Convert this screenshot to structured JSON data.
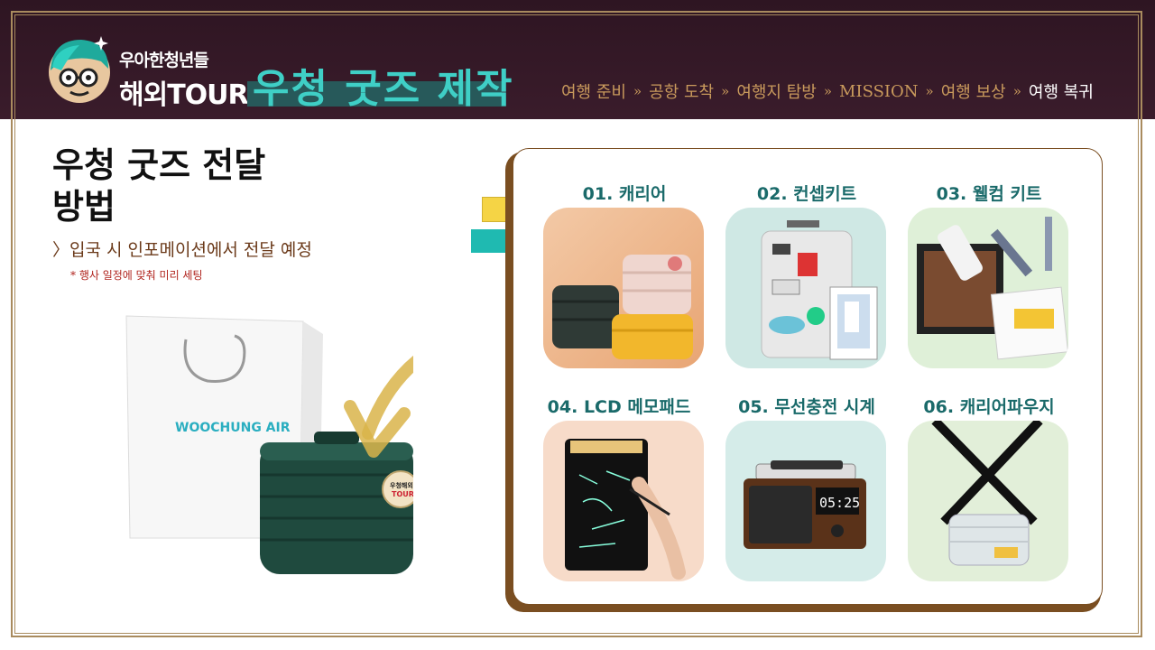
{
  "header": {
    "logo_top": "우아한청년들",
    "logo_bottom": "해외TOUR",
    "page_title": "우청 굿즈 제작",
    "nav": [
      "여행 준비",
      "공항 도착",
      "여행지 탐방",
      "MISSION",
      "여행 보상",
      "여행 복귀"
    ],
    "nav_separator": "»"
  },
  "section": {
    "title_line1": "우청 굿즈 전달",
    "title_line2": "방법",
    "bullet": "〉입국 시 인포메이션에서 전달 예정",
    "note": "* 행사 일정에 맞춰 미리 세팅"
  },
  "bag": {
    "brand": "WOOCHUNG AIR",
    "sticker_top": "우청해외",
    "sticker_bottom": "TOUR"
  },
  "items": [
    {
      "label": "01. 캐리어",
      "image": "carrier-photo"
    },
    {
      "label": "02. 컨셉키트",
      "image": "concept-kit-photo"
    },
    {
      "label": "03. 웰컴 키트",
      "image": "welcome-kit-photo"
    },
    {
      "label": "04. LCD 메모패드",
      "image": "lcd-memo-pad-photo"
    },
    {
      "label": "05. 무선충전 시계",
      "image": "wireless-charging-clock-photo"
    },
    {
      "label": "06. 캐리어파우지",
      "image": "carrier-pouch-photo"
    }
  ],
  "clock_display": "05:25",
  "colors": {
    "header_bg": "#2e1522",
    "title_teal": "#3fcfc6",
    "nav_gold": "#c99a5c",
    "item_label": "#1a6a6a",
    "panel_border": "#7a4e21"
  }
}
